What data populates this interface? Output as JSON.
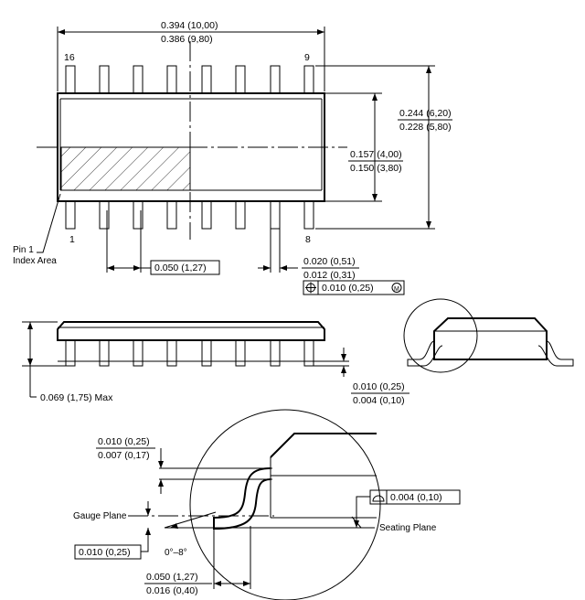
{
  "top_view": {
    "length_max": "0.394 (10,00)",
    "length_min": "0.386 (9,80)",
    "body_width_max": "0.157 (4,00)",
    "body_width_min": "0.150 (3,80)",
    "overall_width_max": "0.244 (6,20)",
    "overall_width_min": "0.228 (5,80)",
    "pin_16": "16",
    "pin_9": "9",
    "pin_1": "1",
    "pin_8": "8",
    "pin1_label_line1": "Pin 1",
    "pin1_label_line2": "Index Area",
    "pitch": "0.050 (1,27)",
    "lead_width_max": "0.020 (0,51)",
    "lead_width_min": "0.012 (0,31)",
    "position_tolerance": "0.010 (0,25)",
    "position_modifier": "M"
  },
  "side_view": {
    "height_max": "0.069 (1,75) Max",
    "standoff_max": "0.010 (0,25)",
    "standoff_min": "0.004 (0,10)"
  },
  "detail_view": {
    "lead_thickness_max": "0.010 (0,25)",
    "lead_thickness_min": "0.007 (0,17)",
    "gauge_plane_label": "Gauge Plane",
    "gauge_offset": "0.010 (0,25)",
    "angle_range": "0°–8°",
    "coplanarity": "0.004 (0,10)",
    "seating_plane_label": "Seating Plane",
    "foot_length_max": "0.050 (1,27)",
    "foot_length_min": "0.016 (0,40)"
  }
}
